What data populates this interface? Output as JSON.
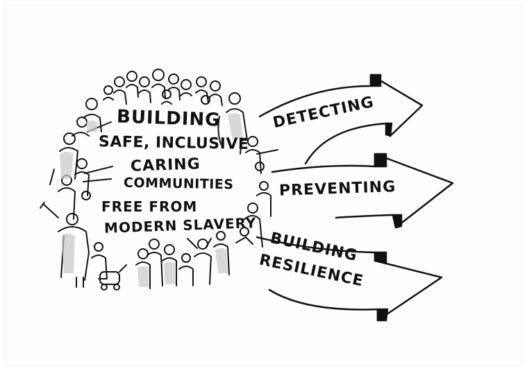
{
  "statement": {
    "line1": "BUILDING",
    "line2": "SAFE, INCLUSIVE",
    "line3": "CARING",
    "line4": "COMMUNITIES",
    "line5": "FREE FROM",
    "line6": "MODERN SLAVERY"
  },
  "arrows": {
    "detecting": "DETECTING",
    "preventing": "PREVENTING",
    "building_resilience_line1": "BUILDING",
    "building_resilience_line2": "RESILIENCE"
  },
  "style": {
    "ink": "#111111",
    "shade": "#c8c8c8",
    "paper": "#fefefe"
  }
}
